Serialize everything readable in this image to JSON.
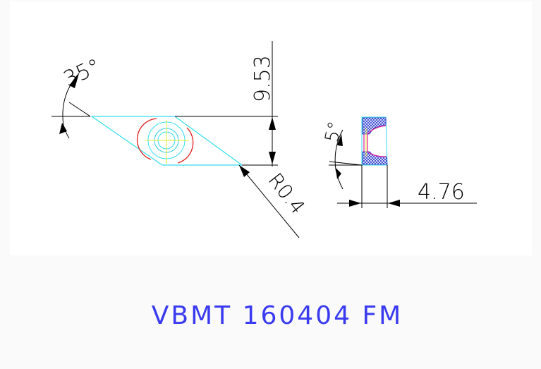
{
  "drawing": {
    "dimensions": {
      "angle_main": "35°",
      "height": "9.53",
      "radius": "R0.4",
      "clearance_angle": "5°",
      "thickness": "4.76"
    },
    "title": "VBMT 160404 FM"
  },
  "colors": {
    "background": "#fafafa",
    "dimension_lines": "#000000",
    "insert_outline": "#33ddee",
    "center_lines": "#e8e830",
    "hole_circle": "#33ccdd",
    "countersink_arc": "#e02020",
    "hatch": "#2233cc",
    "profile_line": "#dd1a9a",
    "title_text": "#3a3af0"
  },
  "icons": {
    "arrowhead": "arrowhead-icon"
  }
}
